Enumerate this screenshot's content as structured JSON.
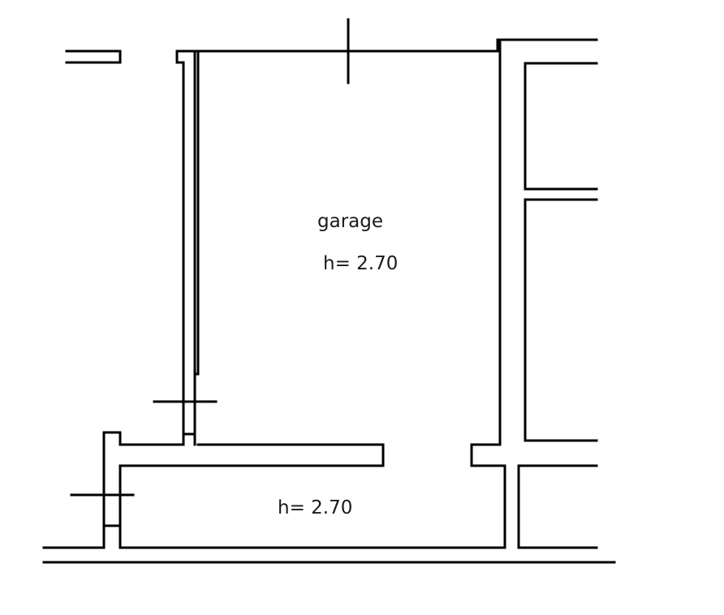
{
  "rooms": {
    "garage": {
      "name": "garage",
      "height": "h= 2.70"
    },
    "lower_room": {
      "height": "h= 2.70"
    }
  },
  "colors": {
    "wall": "#000000",
    "background": "#ffffff",
    "text": "#1a1a1a"
  }
}
